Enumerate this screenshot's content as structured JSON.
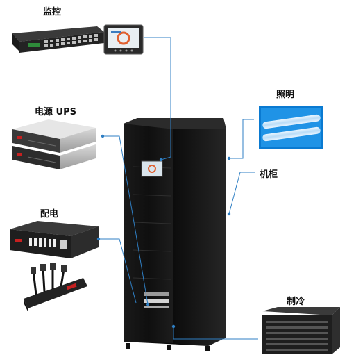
{
  "labels": {
    "monitoring": "监控",
    "ups": "电源 UPS",
    "lighting": "照明",
    "cabinet": "机柜",
    "power_distribution": "配电",
    "cooling": "制冷"
  },
  "colors": {
    "connector_line": "#2f7fc4",
    "cabinet": "#141414",
    "accent": "#1c1c1c"
  },
  "icons": [
    "monitoring-switch",
    "monitoring-touch-panel",
    "ups-unit",
    "led-tube-light",
    "server-cabinet",
    "power-distribution-unit",
    "pdu-power-strip",
    "cooling-unit"
  ]
}
